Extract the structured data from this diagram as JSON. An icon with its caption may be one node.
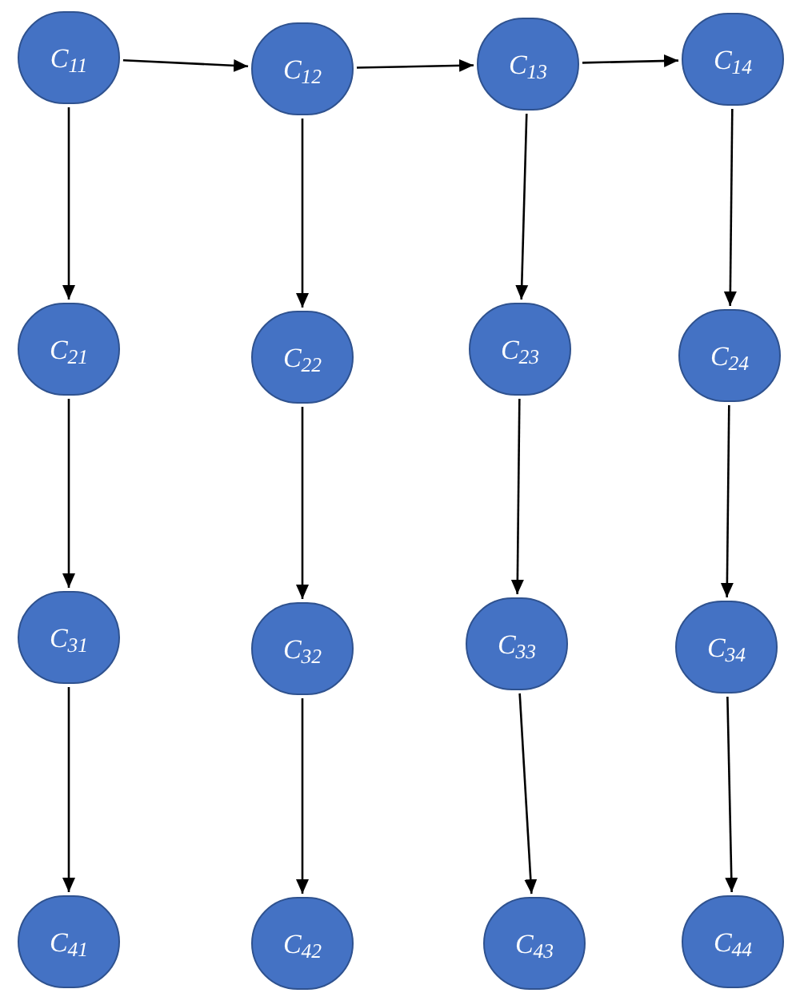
{
  "diagram": {
    "nodes": [
      {
        "text": [
          "C$_{11}$"
        ]
      },
      {
        "text": [
          "C$_{12}$"
        ]
      },
      {
        "text": [
          "C$_{13}$"
        ]
      },
      {
        "text": [
          "C$_{14}$"
        ]
      },
      {
        "text": [
          "C$_{21}$"
        ]
      },
      {
        "text": [
          "C$_{22}$"
        ]
      },
      {
        "text": [
          "C$_{23}$"
        ]
      },
      {
        "text": [
          "C$_{24}$"
        ]
      },
      {
        "text": [
          "C$_{31}$"
        ]
      },
      {
        "text": [
          "C$_{32}$"
        ]
      },
      {
        "text": [
          "C$_{33}$"
        ]
      },
      {
        "text": [
          "C$_{34}$"
        ]
      },
      {
        "text": [
          "C$_{41}$"
        ]
      },
      {
        "text": [
          "C$_{42}$"
        ]
      },
      {
        "text": [
          "C$_{43}$"
        ]
      },
      {
        "text": [
          "C$_{44}$"
        ]
      }
    ],
    "edges": [
      {
        "from": 0,
        "to": 1,
        "arrow": "to"
      },
      {
        "from": 1,
        "to": 2,
        "arrow": "to"
      },
      {
        "from": 2,
        "to": 3,
        "arrow": "to"
      },
      {
        "from": 0,
        "to": 4,
        "arrow": "to"
      },
      {
        "from": 1,
        "to": 5,
        "arrow": "to"
      },
      {
        "from": 2,
        "to": 6,
        "arrow": "to"
      },
      {
        "from": 3,
        "to": 7,
        "arrow": "to"
      },
      {
        "from": 4,
        "to": 8,
        "arrow": "to"
      },
      {
        "from": 5,
        "to": 9,
        "arrow": "to"
      },
      {
        "from": 6,
        "to": 10,
        "arrow": "to"
      },
      {
        "from": 7,
        "to": 11,
        "arrow": "to"
      },
      {
        "from": 8,
        "to": 12,
        "arrow": "to"
      },
      {
        "from": 9,
        "to": 13,
        "arrow": "to"
      },
      {
        "from": 10,
        "to": 14,
        "arrow": "to"
      },
      {
        "from": 11,
        "to": 15,
        "arrow": "to"
      }
    ]
  }
}
